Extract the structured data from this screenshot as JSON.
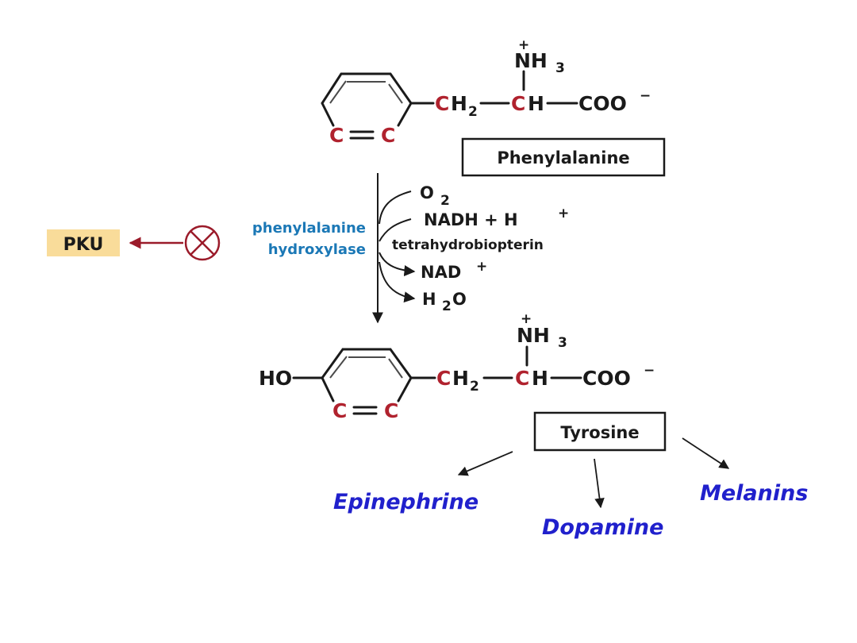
{
  "phenylalanine": {
    "nh3": "NH",
    "nh3_sub": "3",
    "plus": "+",
    "ring_c1": "C",
    "ring_c2": "C",
    "ring_bond": "=",
    "ch2_c": "C",
    "ch2_h": "H",
    "ch2_sub": "2",
    "ch_c": "C",
    "ch_h": "H",
    "coo": "COO",
    "coo_charge": "−",
    "label": "Phenylalanine"
  },
  "enzyme": {
    "line1": "phenylalanine",
    "line2": "hydroxylase"
  },
  "cofactors": {
    "o2": "O",
    "o2_sub": "2",
    "nadh": "NADH + H",
    "nadh_sup": "+",
    "thb": "tetrahydrobiopterin",
    "nad": "NAD",
    "nad_sup": "+",
    "h2o_h": "H",
    "h2o_sub": "2",
    "h2o_o": "O"
  },
  "disorder": {
    "label": "PKU",
    "badge_color": "#f9dc9a",
    "arrow_color": "#9b1b2a"
  },
  "tyrosine": {
    "ho": "HO",
    "nh3": "NH",
    "nh3_sub": "3",
    "plus": "+",
    "ring_c1": "C",
    "ring_c2": "C",
    "ring_bond": "=",
    "ch2_c": "C",
    "ch2_h": "H",
    "ch2_sub": "2",
    "ch_c": "C",
    "ch_h": "H",
    "coo": "COO",
    "coo_charge": "−",
    "label": "Tyrosine"
  },
  "products": {
    "epinephrine": "Epinephrine",
    "dopamine": "Dopamine",
    "melanins": "Melanins",
    "color": "#2020cc"
  },
  "colors": {
    "carbon_highlight": "#b0222e",
    "enzyme": "#1b78b6"
  }
}
